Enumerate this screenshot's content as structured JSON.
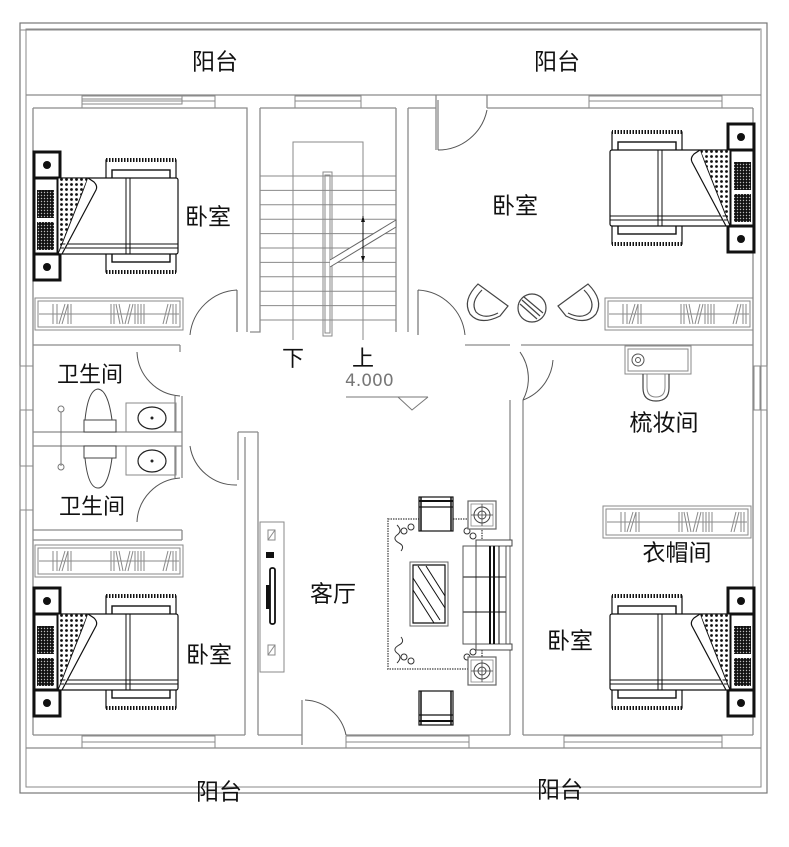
{
  "drawing": {
    "title": "二层平面图",
    "colors": {
      "wall": "#8a8a8a",
      "furniture": "#111111",
      "background": "#ffffff"
    }
  },
  "rooms": {
    "balcony_top_left": "阳台",
    "balcony_top_right": "阳台",
    "balcony_bottom_left": "阳台",
    "balcony_bottom_right": "阳台",
    "bedroom_top_left": "卧室",
    "bedroom_top_right": "卧室",
    "bedroom_bottom_left": "卧室",
    "bedroom_bottom_right": "卧室",
    "bathroom_1": "卫生间",
    "bathroom_2": "卫生间",
    "dressing_room": "梳妆间",
    "cloakroom": "衣帽间",
    "living_room": "客厅"
  },
  "stairs": {
    "down_label": "下",
    "up_label": "上",
    "elevation": "4.000"
  },
  "icons": [
    "bed-icon",
    "wardrobe-icon",
    "toilet-icon",
    "washbasin-icon",
    "sofa-icon",
    "armchair-icon",
    "coffee-table-icon",
    "tv-cabinet-icon",
    "vanity-icon",
    "door-swing-icon",
    "window-icon",
    "staircase-icon",
    "elevation-marker-icon"
  ]
}
